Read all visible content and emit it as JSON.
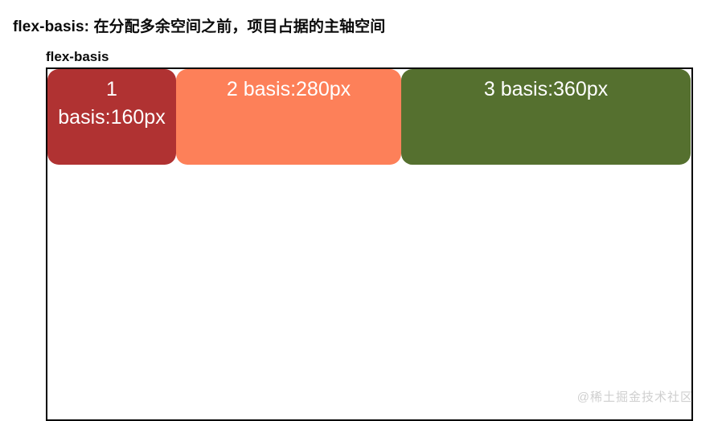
{
  "heading": "flex-basis: 在分配多余空间之前，项目占据的主轴空间",
  "subheading": "flex-basis",
  "demo": {
    "items": [
      {
        "index": "1",
        "line1": "1",
        "line2": "basis:160px",
        "basis": "160px",
        "color": "#b03232"
      },
      {
        "index": "2",
        "line1": "2 basis:280px",
        "line2": "",
        "basis": "280px",
        "color": "#fd8059"
      },
      {
        "index": "3",
        "line1": "3 basis:360px",
        "line2": "",
        "basis": "360px",
        "color": "#55702f"
      }
    ],
    "border_color": "#000000",
    "background": "#ffffff"
  },
  "watermark": "@稀土掘金技术社区"
}
